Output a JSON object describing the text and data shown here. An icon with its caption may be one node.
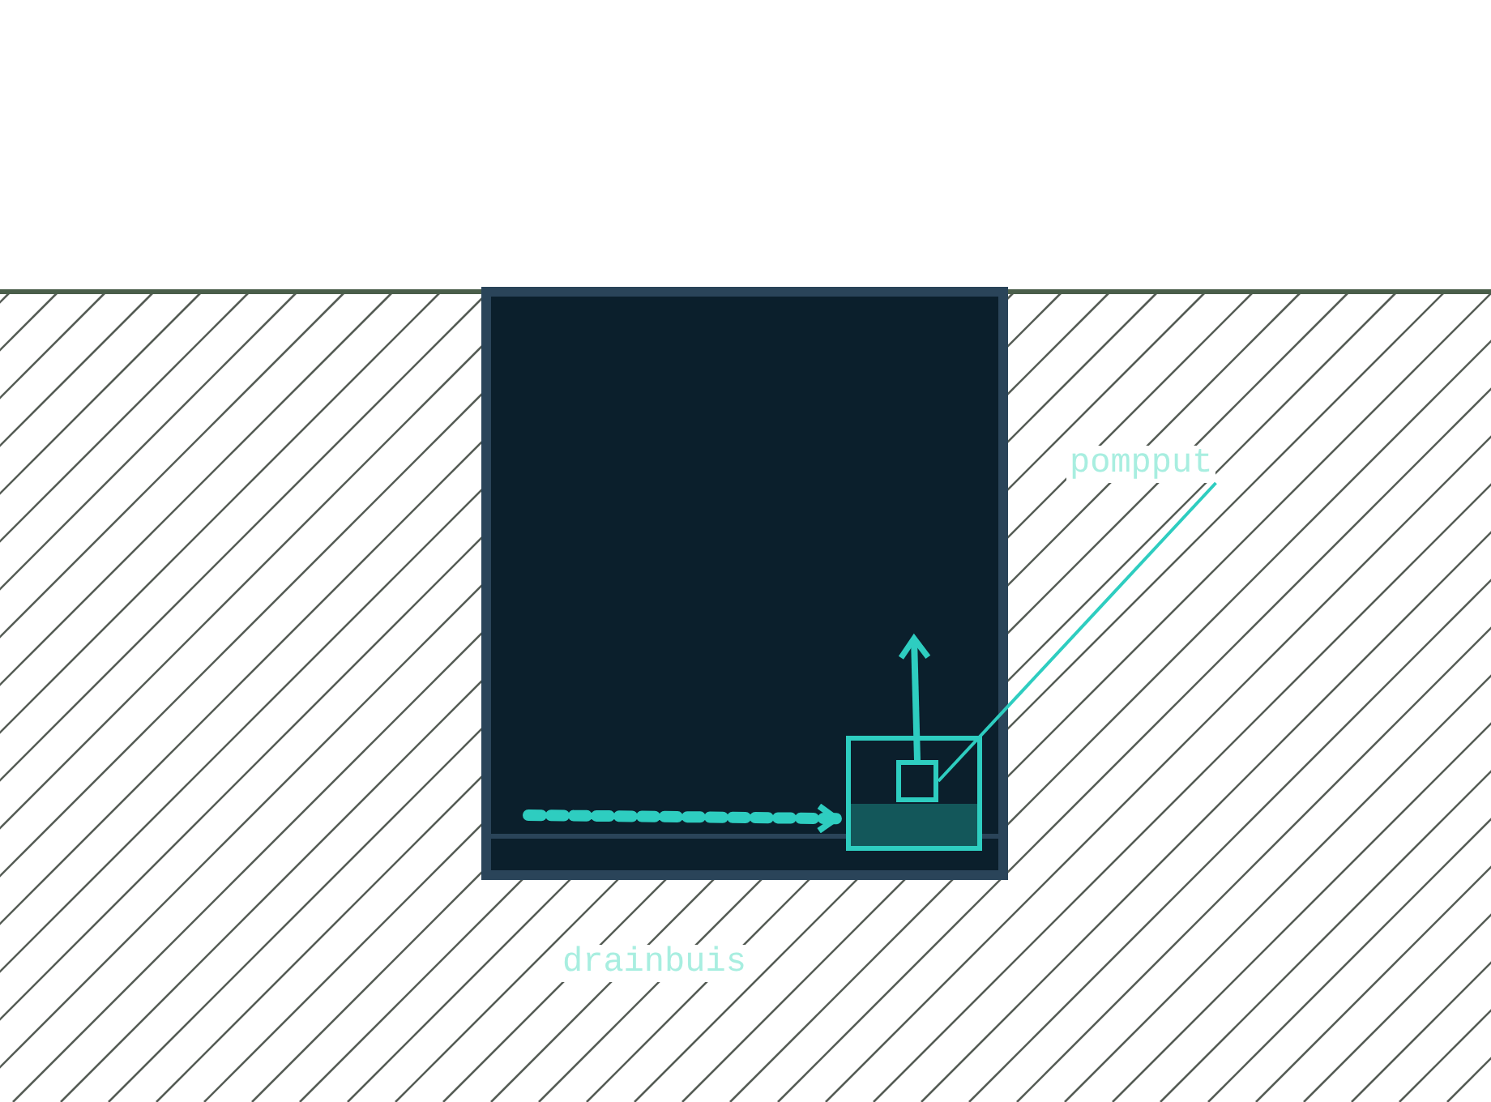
{
  "diagram": {
    "nodes": [
      {
        "text": [
          "pompput"
        ]
      },
      {
        "text": [],
        "shape": "box"
      },
      {
        "text": [],
        "shape": "box",
        "in": 1
      }
    ],
    "edges": [
      {
        "from": 0,
        "to": 2,
        "arrow": "none"
      },
      {
        "from": 2,
        "to": null,
        "arrow": "to"
      },
      {
        "from": null,
        "to": 1,
        "arrow": "to",
        "style": "dashed"
      }
    ],
    "labels": [
      "drainbuis"
    ]
  }
}
